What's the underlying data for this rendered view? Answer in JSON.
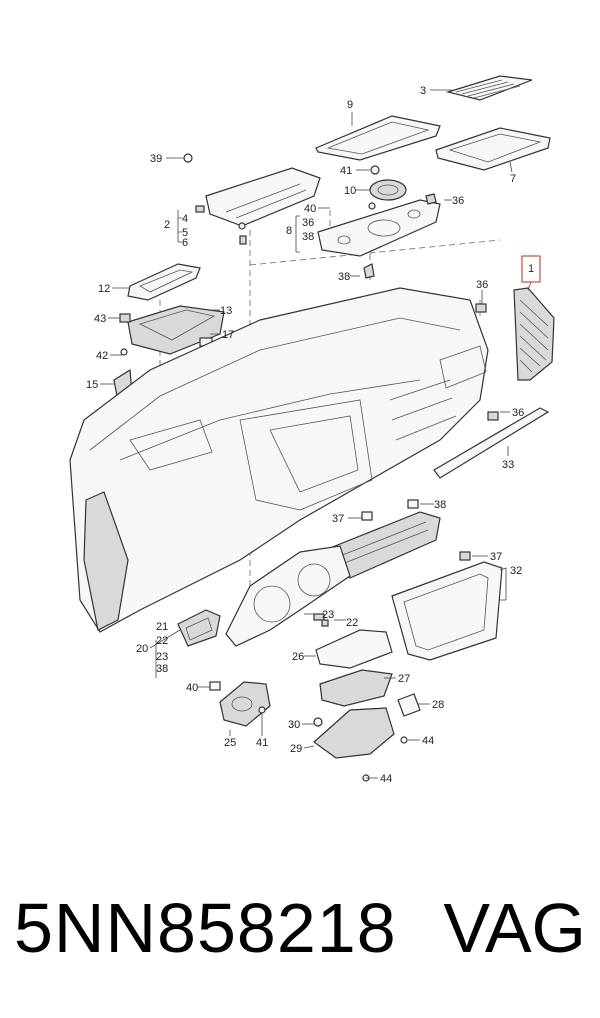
{
  "callouts": {
    "c1": "1",
    "c2": "2",
    "c3": "3",
    "c4": "4",
    "c5": "5",
    "c6": "6",
    "c7": "7",
    "c8": "8",
    "c9": "9",
    "c10": "10",
    "c12": "12",
    "c13": "13",
    "c15": "15",
    "c17": "17",
    "c20": "20",
    "c21": "21",
    "c22": "22",
    "c23": "23",
    "c25": "25",
    "c26": "26",
    "c27": "27",
    "c28": "28",
    "c29": "29",
    "c30": "30",
    "c32": "32",
    "c33": "33",
    "c36": "36",
    "c37": "37",
    "c38": "38",
    "c39": "39",
    "c40": "40",
    "c41": "41",
    "c42": "42",
    "c43": "43",
    "c44": "44"
  },
  "footer": {
    "part_number": "5NN858218",
    "brand": "VAG"
  },
  "highlight_color": "#d22222"
}
